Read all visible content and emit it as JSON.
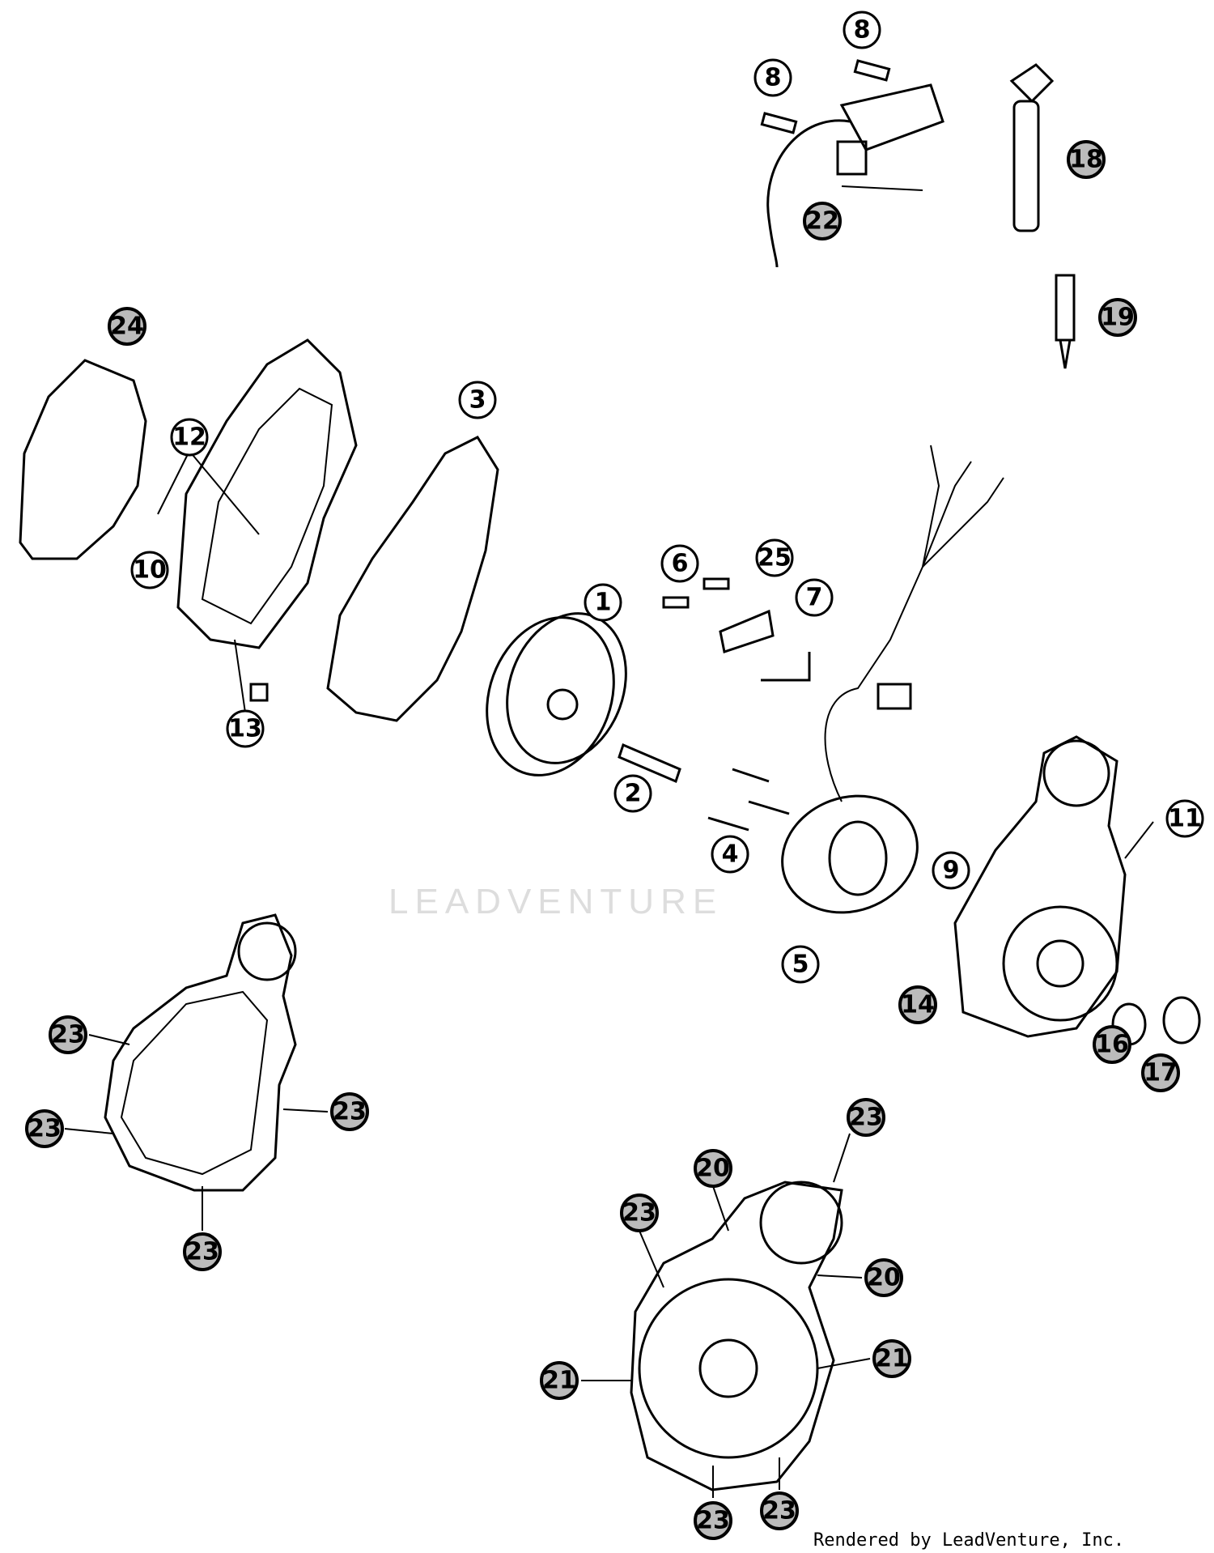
{
  "watermark": "LEADVENTURE",
  "credit": "Rendered by LeadVenture, Inc.",
  "callouts": [
    {
      "label": "8",
      "dark": false
    },
    {
      "label": "8",
      "dark": false
    },
    {
      "label": "18",
      "dark": true
    },
    {
      "label": "22",
      "dark": true
    },
    {
      "label": "19",
      "dark": true
    },
    {
      "label": "24",
      "dark": true
    },
    {
      "label": "12",
      "dark": false
    },
    {
      "label": "3",
      "dark": false
    },
    {
      "label": "10",
      "dark": false
    },
    {
      "label": "13",
      "dark": false
    },
    {
      "label": "6",
      "dark": false
    },
    {
      "label": "25",
      "dark": false
    },
    {
      "label": "7",
      "dark": false
    },
    {
      "label": "1",
      "dark": false
    },
    {
      "label": "2",
      "dark": false
    },
    {
      "label": "4",
      "dark": false
    },
    {
      "label": "11",
      "dark": false
    },
    {
      "label": "9",
      "dark": false
    },
    {
      "label": "5",
      "dark": false
    },
    {
      "label": "14",
      "dark": true
    },
    {
      "label": "16",
      "dark": true
    },
    {
      "label": "17",
      "dark": true
    },
    {
      "label": "23",
      "dark": true
    },
    {
      "label": "23",
      "dark": true
    },
    {
      "label": "23",
      "dark": true
    },
    {
      "label": "23",
      "dark": true
    },
    {
      "label": "23",
      "dark": true
    },
    {
      "label": "20",
      "dark": true
    },
    {
      "label": "23",
      "dark": true
    },
    {
      "label": "20",
      "dark": true
    },
    {
      "label": "21",
      "dark": true
    },
    {
      "label": "21",
      "dark": true
    },
    {
      "label": "23",
      "dark": true
    },
    {
      "label": "23",
      "dark": true
    }
  ]
}
